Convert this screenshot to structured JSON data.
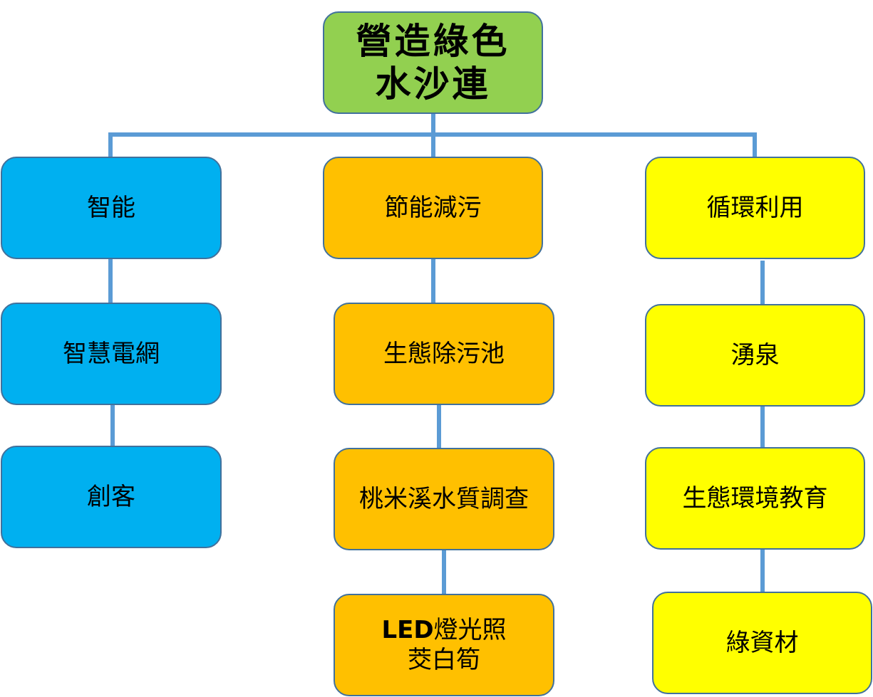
{
  "colors": {
    "connector": "#5b9bd5",
    "border": "#41719c",
    "root_fill": "#92d050",
    "blue_fill": "#00b0f0",
    "orange_fill": "#ffc000",
    "yellow_fill": "#ffff00"
  },
  "root": {
    "line1": "營造綠色",
    "line2": "水沙連"
  },
  "branches": {
    "smart": {
      "label": "智能",
      "children": [
        "智慧電網",
        "創客"
      ]
    },
    "energy": {
      "label": "節能減污",
      "children": [
        "生態除污池",
        "桃米溪水質調查"
      ],
      "led": {
        "strong": "LED",
        "line1_rest": "燈光照",
        "line2": "茭白筍"
      }
    },
    "recycle": {
      "label": "循環利用",
      "children": [
        "湧泉",
        "生態環境教育",
        "綠資材"
      ]
    }
  }
}
